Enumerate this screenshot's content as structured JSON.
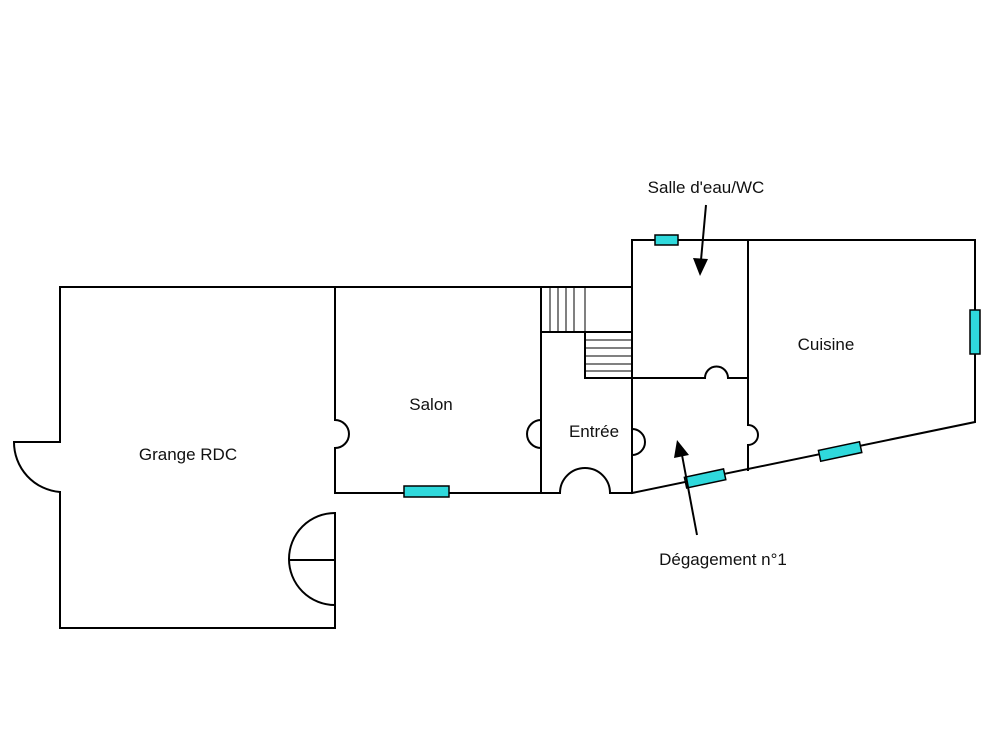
{
  "colors": {
    "wall": "#000000",
    "window": "#2fd9dc",
    "background": "#ffffff"
  },
  "rooms": {
    "grange": "Grange RDC",
    "salon": "Salon",
    "entree": "Entrée",
    "cuisine": "Cuisine"
  },
  "callouts": {
    "salle_eau": "Salle d'eau/WC",
    "degagement": "Dégagement n°1"
  }
}
